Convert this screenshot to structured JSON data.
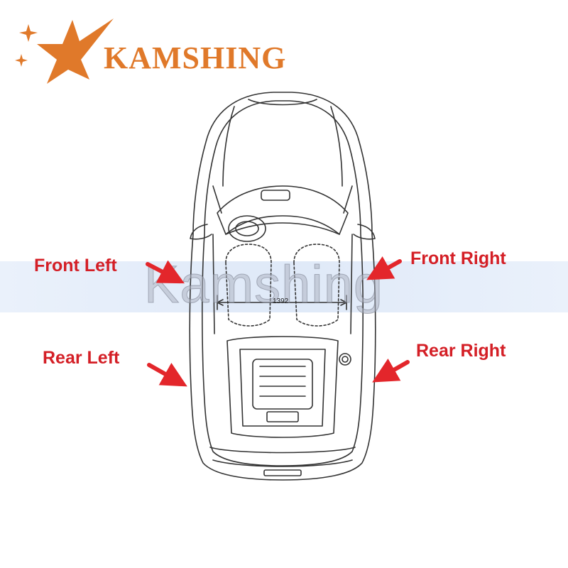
{
  "brand": {
    "name": "KAMSHING",
    "watermark": "Kamshing",
    "color": "#e0792a"
  },
  "positions": [
    {
      "id": "front-left",
      "label": "Front Left"
    },
    {
      "id": "front-right",
      "label": "Front Right"
    },
    {
      "id": "rear-left",
      "label": "Rear Left"
    },
    {
      "id": "rear-right",
      "label": "Rear Right"
    }
  ],
  "dimension": "1392",
  "colors": {
    "label": "#d41f26",
    "arrow": "#e3262b",
    "line": "#333333"
  },
  "icons": {
    "logo": "star-logo-icon",
    "car": "car-top-view-icon",
    "arrow": "red-arrow-icon"
  }
}
